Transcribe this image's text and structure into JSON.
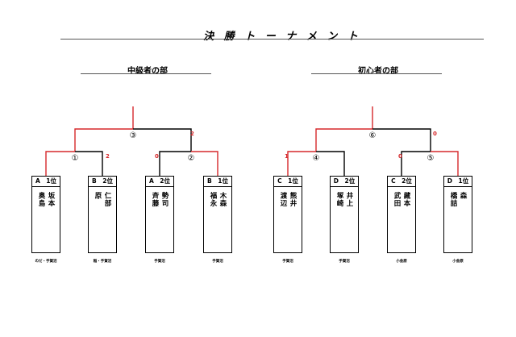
{
  "title": "決 勝 ト ー ナ メ ン ト",
  "colors": {
    "winner_line": "#d6282b",
    "line": "#000000"
  },
  "divisions": [
    {
      "title": "中級者の部",
      "teams": [
        {
          "seed": "A　1位",
          "names": [
            "坂本",
            "奥島"
          ],
          "club": "のだ・手賀沼"
        },
        {
          "seed": "B　2位",
          "names": [
            "仁部",
            "原"
          ],
          "club": "稲・手賀沼"
        },
        {
          "seed": "A　2位",
          "names": [
            "勢司",
            "斉藤"
          ],
          "club": "手賀沼"
        },
        {
          "seed": "B　1位",
          "names": [
            "木森",
            "福永"
          ],
          "club": "手賀沼"
        }
      ],
      "matches": [
        "①",
        "②",
        "③"
      ],
      "scores": [
        "2",
        "0",
        "2"
      ]
    },
    {
      "title": "初心者の部",
      "teams": [
        {
          "seed": "C　1位",
          "names": [
            "熊井",
            "渡辺"
          ],
          "club": "手賀沼"
        },
        {
          "seed": "D　2位",
          "names": [
            "井上",
            "塚崎"
          ],
          "club": "手賀沼"
        },
        {
          "seed": "C　2位",
          "names": [
            "藏本",
            "武田"
          ],
          "club": "小金原"
        },
        {
          "seed": "D　1位",
          "names": [
            "森",
            "橋詰"
          ],
          "club": "小金原"
        }
      ],
      "matches": [
        "④",
        "⑤",
        "⑥"
      ],
      "scores": [
        "1",
        "0",
        "0"
      ]
    }
  ]
}
